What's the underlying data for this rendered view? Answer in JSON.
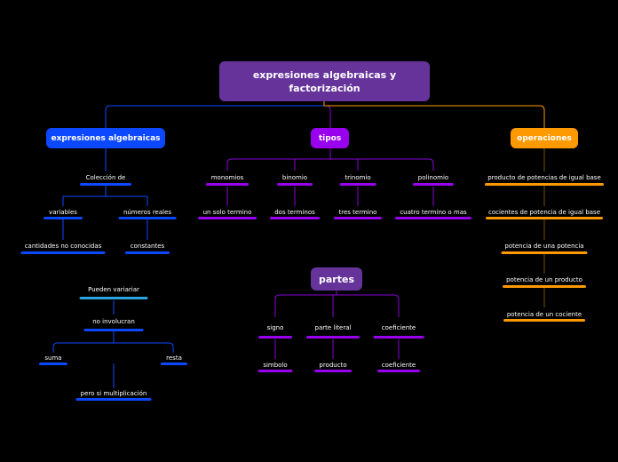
{
  "root": {
    "title": "expresiones algebraicas y factorización",
    "color": "#66339a"
  },
  "branches": {
    "expresiones": {
      "label": "expresiones algebraicas",
      "color": "#0b48ff",
      "line": "#0b48ff"
    },
    "tipos": {
      "label": "tipos",
      "color": "#9900ee",
      "line": "#8a00d4"
    },
    "operaciones": {
      "label": "operaciones",
      "color": "#ff9900",
      "line": "#ff9900"
    },
    "partes": {
      "label": "partes",
      "color": "#66339a",
      "line": "#8a00d4"
    }
  },
  "expr": {
    "coleccion": "Colección de",
    "variables": "variables",
    "numeros_reales": "números reales",
    "cantidades": "cantidades no conocidas",
    "constantes": "constantes",
    "pueden": "Pueden variariar",
    "no_involucran": "no involucran",
    "suma": "suma",
    "resta": "resta",
    "pero": "pero si multiplicación"
  },
  "tipos": {
    "monomios": "monomios",
    "binomio": "binomio",
    "trinomio": "trinomio",
    "polinomio": "polinomio",
    "un_solo": "un solo termino",
    "dos": "dos terminos",
    "tres": "tres termino",
    "cuatro": "cuatro termino o mas"
  },
  "operaciones": {
    "producto_pot": "producto de potencias de igual base",
    "cocientes_pot": "cocientes de potencia de igual base",
    "potencia_pot": "potencia de una potencia",
    "potencia_prod": "potencia de un producto",
    "potencia_coc": "potencia de un cociente"
  },
  "partes": {
    "signo": "signo",
    "parte_literal": "parte literal",
    "coeficiente": "coeficiente",
    "simbolo": "simbolo",
    "producto": "producto",
    "coeficiente2": "coeficiente"
  },
  "colors": {
    "blue": "#0b48ff",
    "light_blue": "#2aa4e0",
    "purple": "#9900ee",
    "orange": "#ff9900"
  }
}
